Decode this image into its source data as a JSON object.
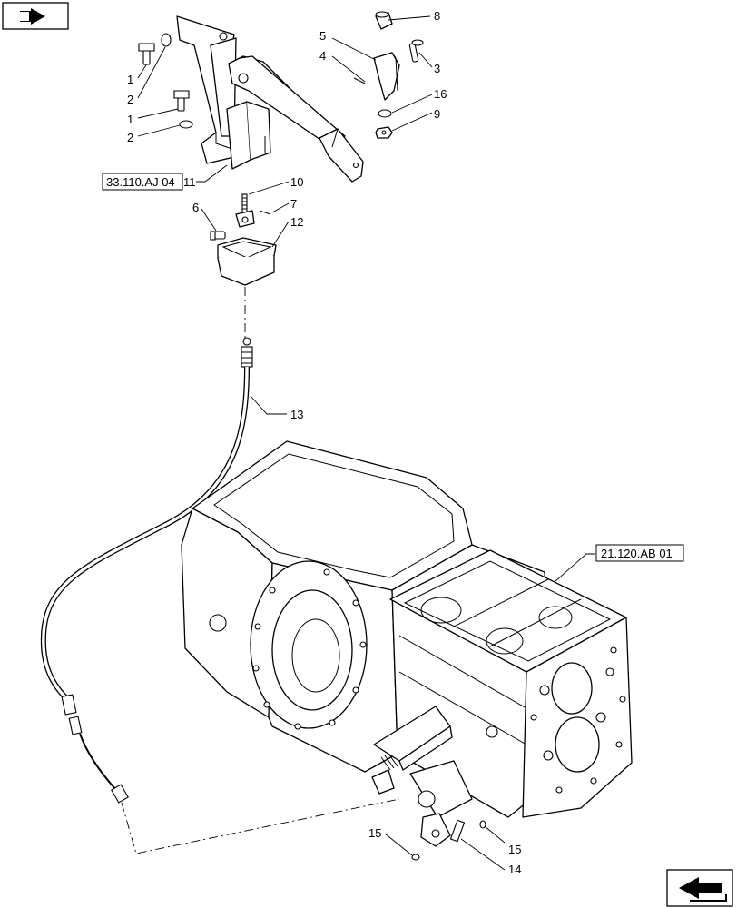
{
  "diagram": {
    "callouts": [
      "1",
      "2",
      "1",
      "2",
      "3",
      "4",
      "5",
      "8",
      "16",
      "9",
      "10",
      "7",
      "6",
      "12",
      "13",
      "15",
      "15",
      "14"
    ],
    "references": [
      "33.110.AJ 04",
      "21.120.AB 01"
    ],
    "ref_11_label": "11"
  },
  "nav": {
    "top_left_icon": "book-arrow-icon",
    "bottom_right_icon": "next-page-arrow-icon"
  },
  "colors": {
    "line": "#000000",
    "background": "#ffffff"
  }
}
